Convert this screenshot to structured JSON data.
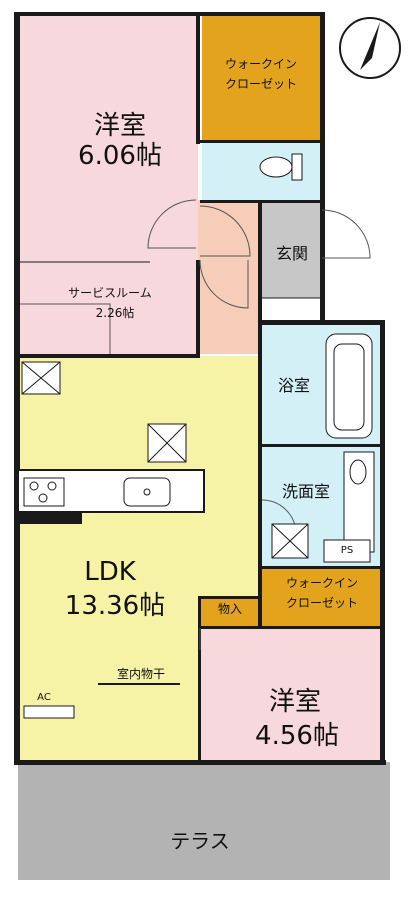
{
  "rooms": {
    "western_room_1": {
      "name": "洋室",
      "size": "6.06帖"
    },
    "walk_in_closet_1": {
      "line1": "ウォークイン",
      "line2": "クローゼット"
    },
    "entrance": {
      "name": "玄関"
    },
    "service_room": {
      "name": "サービスルーム",
      "size": "2.26帖"
    },
    "bathroom": {
      "name": "浴室"
    },
    "washroom": {
      "name": "洗面室"
    },
    "ldk": {
      "name": "LDK",
      "size": "13.36帖"
    },
    "storage": {
      "name": "物入"
    },
    "walk_in_closet_2": {
      "line1": "ウォークイン",
      "line2": "クローゼット"
    },
    "western_room_2": {
      "name": "洋室",
      "size": "4.56帖"
    },
    "terrace": {
      "name": "テラス"
    }
  },
  "fixtures": {
    "ps": "PS",
    "ac": "AC",
    "indoor_drying": "室内物干"
  },
  "icons": [
    "north-arrow-icon",
    "toilet-icon",
    "bathtub-icon",
    "washbasin-icon",
    "stove-icon",
    "sink-icon",
    "ventilation-fan-icon"
  ],
  "colors": {
    "western_room": "#f7d9dd",
    "closet": "#e3a31c",
    "ldk": "#f7f3a6",
    "wet_area": "#d3f0f6",
    "entrance": "#c7c7c7",
    "hall": "#f6cdb8",
    "terrace": "#b3b3b3",
    "wall": "#1a1a1a"
  }
}
